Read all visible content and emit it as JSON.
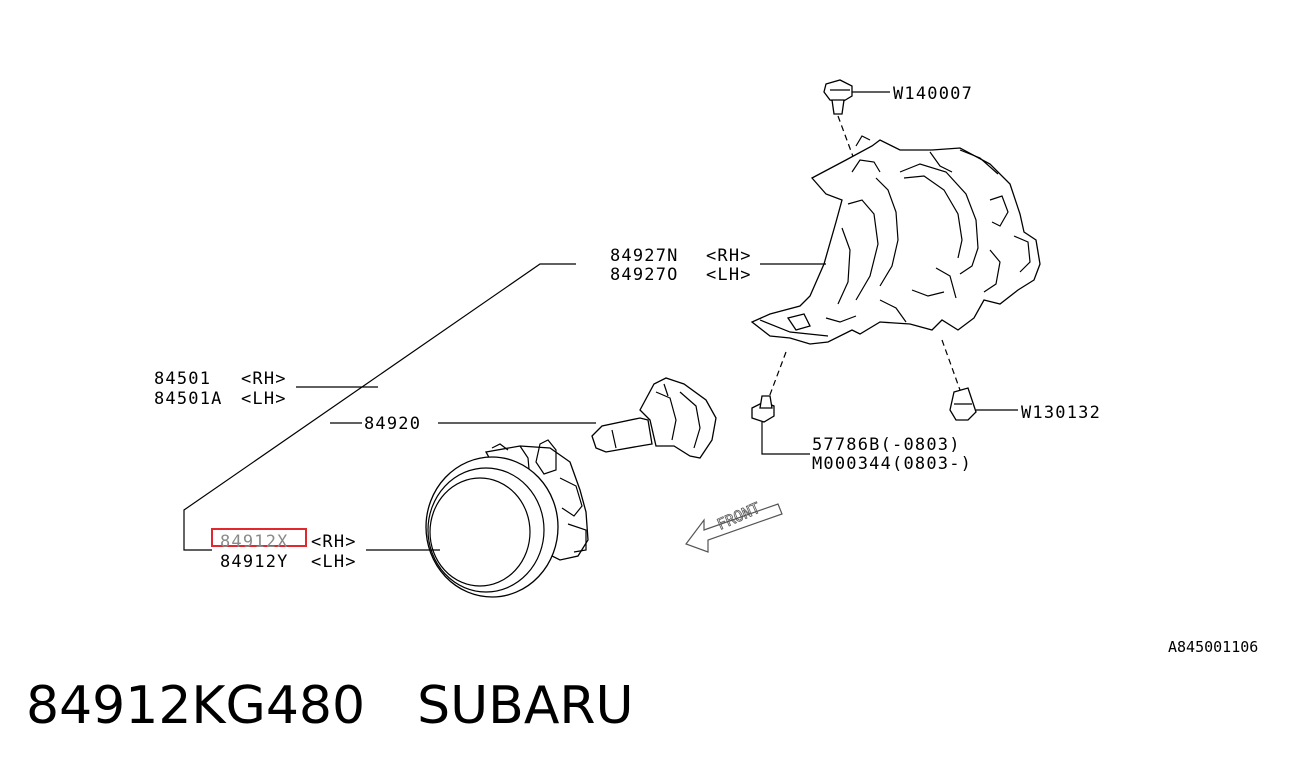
{
  "callouts": {
    "w140007": "W140007",
    "n84927_rh": "84927N",
    "rh_1": "<RH>",
    "n84927_lh": "84927O",
    "lh_1": "<LH>",
    "n84501_rh": "84501",
    "rh_2": "<RH>",
    "n84501_lh": "84501A",
    "lh_2": "<LH>",
    "n84920": "84920",
    "w130132": "W130132",
    "n57786": "57786B(-0803)",
    "m000344": "M000344(0803-)",
    "n84912x": "84912X",
    "rh_3": "<RH>",
    "n84912y": "84912Y",
    "lh_3": "<LH>",
    "front": "FRONT",
    "diagram_code": "A845001106"
  },
  "highlight": {
    "part_number": "84912X",
    "color": "#e0282e"
  },
  "footer": {
    "part_number": "84912KG480",
    "brand": "SUBARU"
  }
}
